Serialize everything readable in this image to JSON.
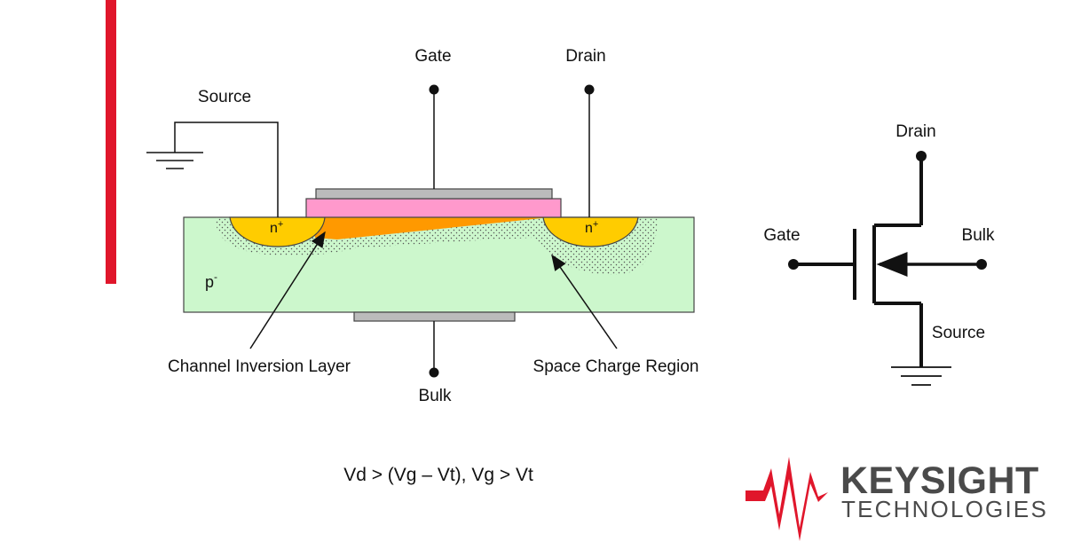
{
  "labels": {
    "source": "Source",
    "gate": "Gate",
    "drain": "Drain",
    "bulk": "Bulk",
    "n_plus": "n",
    "plus_sup": "+",
    "p_minus": "p",
    "minus_sup": "-",
    "channel_inversion": "Channel Inversion Layer",
    "space_charge": "Space Charge Region"
  },
  "symbol": {
    "drain": "Drain",
    "gate": "Gate",
    "bulk": "Bulk",
    "source": "Source"
  },
  "equation": "Vd > (Vg – Vt), Vg > Vt",
  "brand": {
    "name": "KEYSIGHT",
    "sub": "TECHNOLOGIES",
    "logo_icon": "keysight-wave-icon"
  },
  "colors": {
    "accent": "#e0162b",
    "substrate": "#ccf7cc",
    "n_region": "#ffcc00",
    "gate_oxide": "#ff99cc",
    "gate_metal": "#bbbbbb",
    "channel": "#ff9900"
  }
}
